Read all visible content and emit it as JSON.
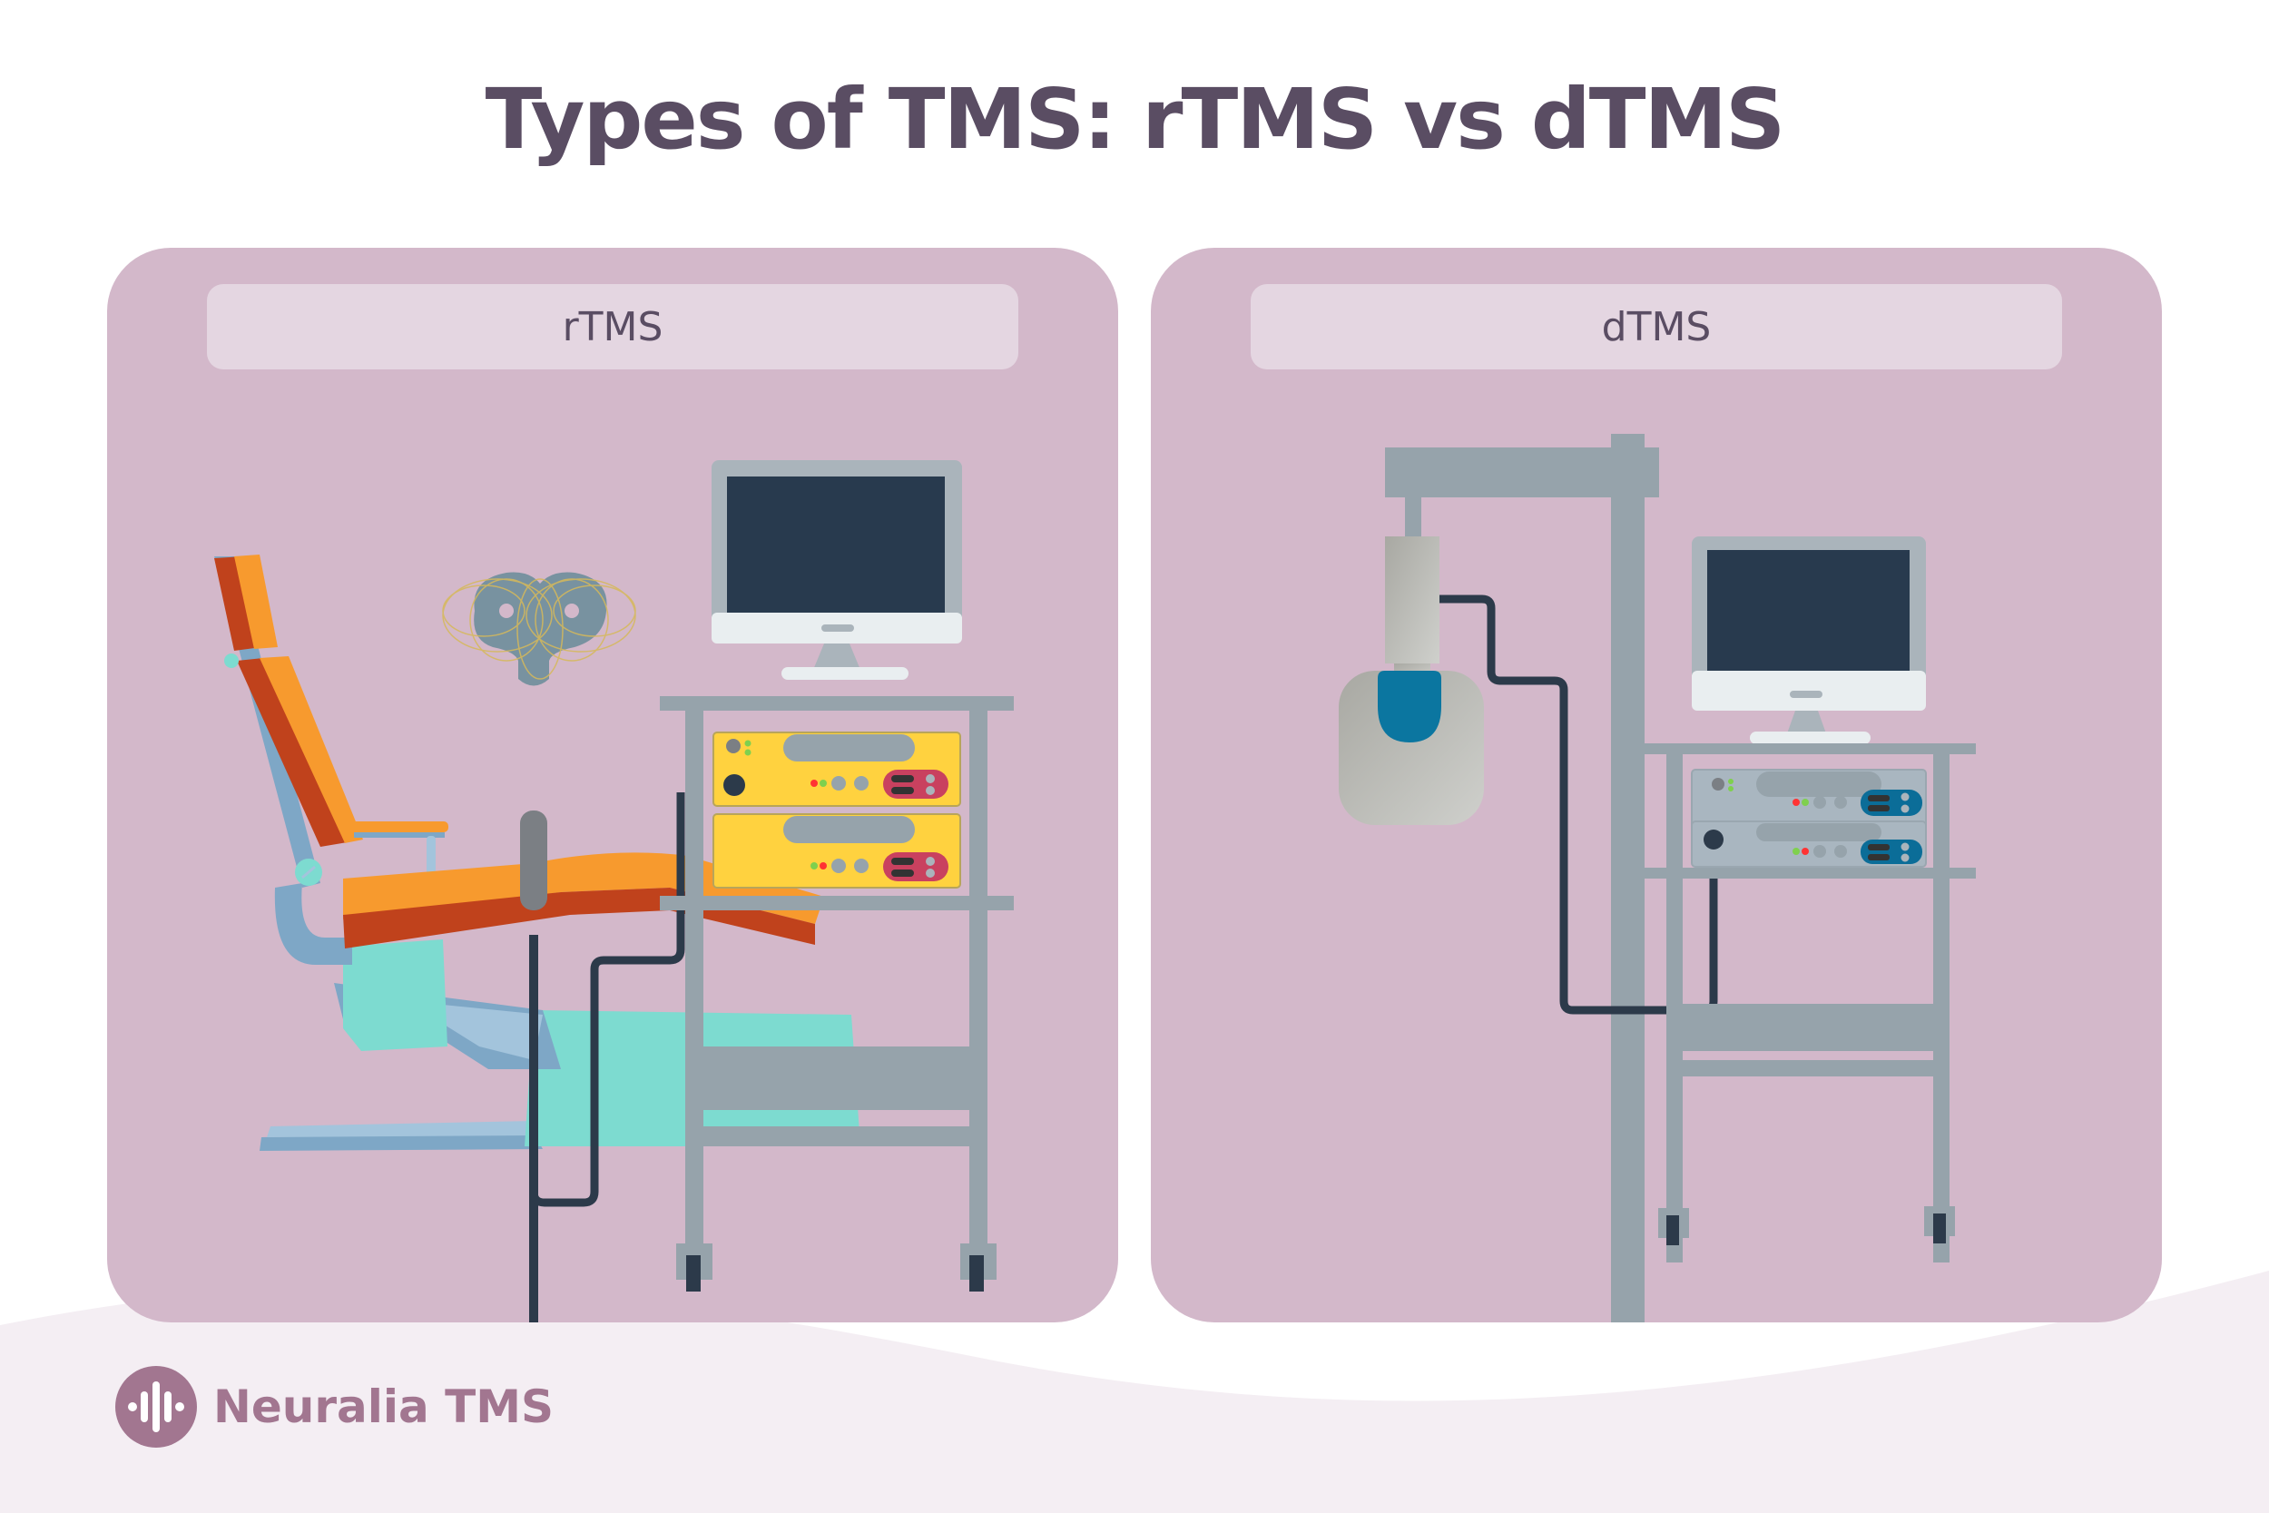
{
  "title": "Types of TMS: rTMS vs dTMS",
  "panels": [
    {
      "label": "rTMS",
      "illustration": "treatment-chair-with-figure-8-coil-on-stand-and-yellow-equipment-cart",
      "device_color": "#ffd23f",
      "device_panel_color": "#c9415f"
    },
    {
      "label": "dTMS",
      "illustration": "overhead-arm-with-h-coil-helmet-and-grey-equipment-cart",
      "device_color": "#a9b6c0",
      "device_panel_color": "#0b6d98"
    }
  ],
  "brand": {
    "name": "Neuralia TMS",
    "icon": "sound-wave-logo-icon",
    "color": "#a27690"
  },
  "colors": {
    "title": "#5a4d63",
    "panel_bg": "#d3b8ca",
    "label_bg": "#e4d6e1",
    "footer_bg": "#f4eef3"
  }
}
